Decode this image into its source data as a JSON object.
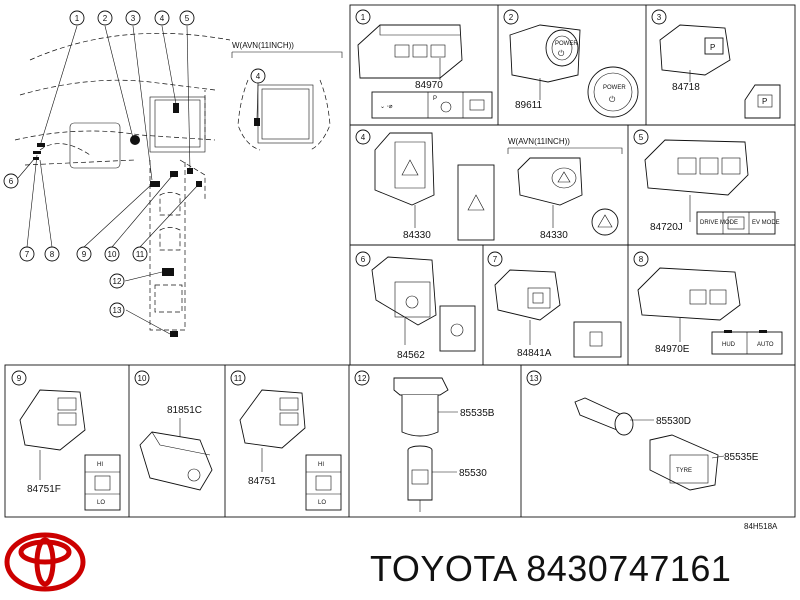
{
  "brand": {
    "name": "TOYOTA",
    "part_number": "8430747161"
  },
  "diagram_code": "84H518A",
  "overview": {
    "callouts": [
      "1",
      "2",
      "3",
      "4",
      "5",
      "6",
      "7",
      "8",
      "9",
      "10",
      "11",
      "12",
      "13"
    ],
    "variant_label": "W(AVN(11INCH))",
    "variant_callout": "4"
  },
  "panels": [
    {
      "idx": "1",
      "parts": [
        "84970"
      ]
    },
    {
      "idx": "2",
      "parts": [
        "89611"
      ],
      "text": [
        "POWER",
        "POWER"
      ]
    },
    {
      "idx": "3",
      "parts": [
        "84718"
      ],
      "text": [
        "P"
      ]
    },
    {
      "idx": "4",
      "parts": [
        "84330",
        "84330"
      ],
      "variant": "W(AVN(11INCH))"
    },
    {
      "idx": "5",
      "parts": [
        "84720J"
      ],
      "text": [
        "DRIVE MODE",
        "EV MODE"
      ]
    },
    {
      "idx": "6",
      "parts": [
        "84562"
      ]
    },
    {
      "idx": "7",
      "parts": [
        "84841A"
      ]
    },
    {
      "idx": "8",
      "parts": [
        "84970E"
      ],
      "text": [
        "HUD",
        "AUTO"
      ]
    },
    {
      "idx": "9",
      "parts": [
        "84751F"
      ],
      "text": [
        "HI",
        "LO"
      ]
    },
    {
      "idx": "10",
      "parts": [
        "81851C"
      ]
    },
    {
      "idx": "11",
      "parts": [
        "84751"
      ],
      "text": [
        "HI",
        "LO"
      ]
    },
    {
      "idx": "12",
      "parts": [
        "85535B",
        "85530"
      ]
    },
    {
      "idx": "13",
      "parts": [
        "85530D",
        "85535E"
      ]
    }
  ]
}
